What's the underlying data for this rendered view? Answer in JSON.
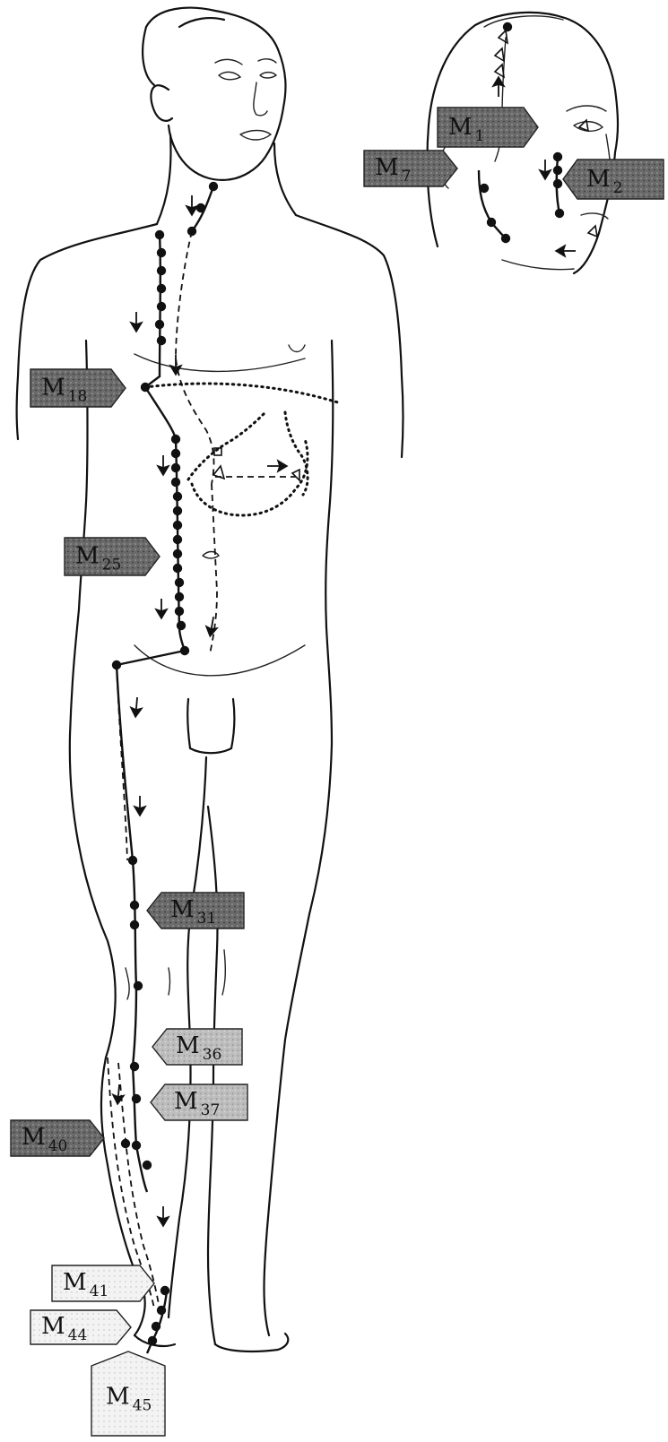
{
  "labels": [
    {
      "id": "m18",
      "main": "M",
      "sub": "18",
      "tone": "dark",
      "dir": "right"
    },
    {
      "id": "m25",
      "main": "M",
      "sub": "25",
      "tone": "dark",
      "dir": "right"
    },
    {
      "id": "m31",
      "main": "M",
      "sub": "31",
      "tone": "dark",
      "dir": "left"
    },
    {
      "id": "m36",
      "main": "M",
      "sub": "36",
      "tone": "light",
      "dir": "left"
    },
    {
      "id": "m37",
      "main": "M",
      "sub": "37",
      "tone": "light",
      "dir": "left"
    },
    {
      "id": "m40",
      "main": "M",
      "sub": "40",
      "tone": "dark",
      "dir": "right"
    },
    {
      "id": "m41",
      "main": "M",
      "sub": "41",
      "tone": "white",
      "dir": "right"
    },
    {
      "id": "m44",
      "main": "M",
      "sub": "44",
      "tone": "white",
      "dir": "right"
    },
    {
      "id": "m45",
      "main": "M",
      "sub": "45",
      "tone": "white",
      "dir": "up"
    },
    {
      "id": "m7",
      "main": "M",
      "sub": "7",
      "tone": "dark",
      "dir": "right"
    },
    {
      "id": "m1",
      "main": "M",
      "sub": "1",
      "tone": "dark",
      "dir": "right"
    },
    {
      "id": "m2",
      "main": "M",
      "sub": "2",
      "tone": "dark",
      "dir": "left"
    }
  ],
  "colors": {
    "dark_label": "#5a5a5a",
    "light_label": "#b5b5b5",
    "white_label": "#f2f2f2",
    "line": "#111111"
  }
}
